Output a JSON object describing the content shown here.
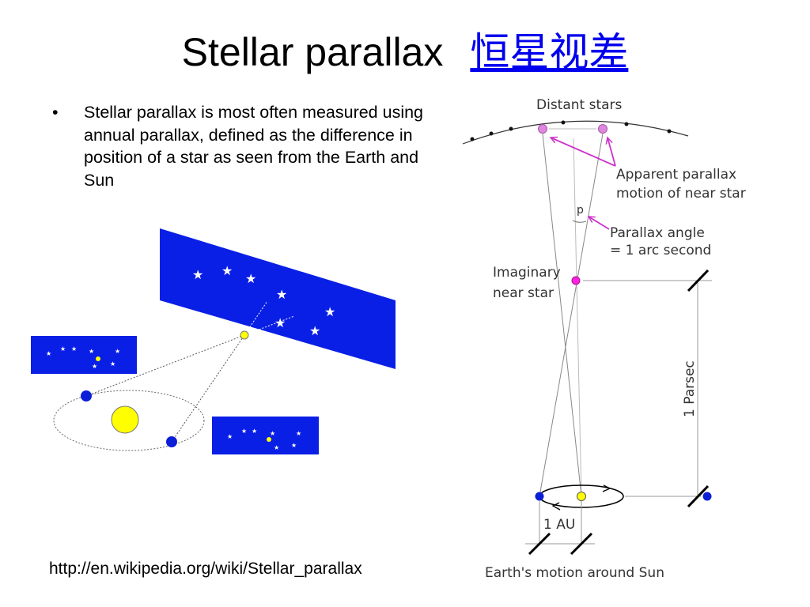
{
  "slide": {
    "title": "Stellar parallax",
    "title_cn": "恒星视差",
    "bullet": "Stellar parallax is most often measured using annual parallax, defined as the difference in position of a star as seen from the Earth and Sun",
    "bullet_marker": "•",
    "source_url": "http://en.wikipedia.org/wiki/Stellar_parallax"
  },
  "diagram": {
    "distant_stars": "Distant stars",
    "apparent_motion_line1": "Apparent parallax",
    "apparent_motion_line2": "motion of near star",
    "p_symbol": "p",
    "parallax_angle_line1": "Parallax angle",
    "parallax_angle_line2": "= 1 arc second",
    "imaginary_line1": "Imaginary",
    "imaginary_line2": "near star",
    "parsec": "1 Parsec",
    "au": "1 AU",
    "earth_motion": "Earth's motion around Sun"
  },
  "colors": {
    "panel_blue": "#0a1fe6",
    "sun_yellow": "#ffff00",
    "earth_blue": "#0b1fd6",
    "magenta": "#cc33cc",
    "link_blue": "#0000ee"
  }
}
